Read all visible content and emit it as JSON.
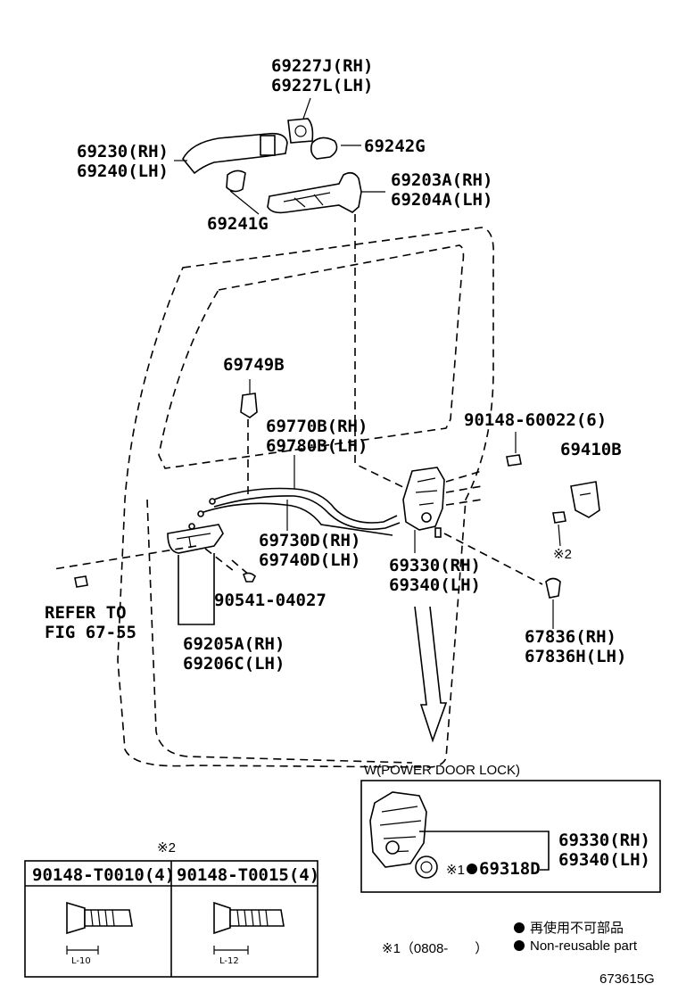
{
  "labels": {
    "p69227j": "69227J(RH)",
    "p69227l": "69227L(LH)",
    "p69230": "69230(RH)",
    "p69240": "69240(LH)",
    "p69242g": "69242G",
    "p69203a": "69203A(RH)",
    "p69204a": "69204A(LH)",
    "p69241g": "69241G",
    "p69749b": "69749B",
    "p69770b": "69770B(RH)",
    "p69780b": "69780B(LH)",
    "p90148_60022": "90148-60022(6)",
    "p69410b": "69410B",
    "p69730d": "69730D(RH)",
    "p69740d": "69740D(LH)",
    "p90541": "90541-04027",
    "refer_line1": "REFER TO",
    "refer_line2": "FIG 67-55",
    "p69205a": "69205A(RH)",
    "p69206c": "69206C(LH)",
    "p69330": "69330(RH)",
    "p69340": "69340(LH)",
    "mark2_a": "※2",
    "p67836": "67836(RH)",
    "p67836h": "67836H(LH)"
  },
  "inset": {
    "title": "W(POWER DOOR LOCK)",
    "p69330": "69330(RH)",
    "p69340": "69340(LH)",
    "mark1": "※1",
    "p69318d": "69318D"
  },
  "screws": {
    "mark": "※2",
    "left_label": "90148-T0010(4)",
    "right_label": "90148-T0015(4)",
    "left_len": "L-10",
    "right_len": "L-12"
  },
  "legend": {
    "jp": "再使用不可部品",
    "en": "Non-reusable part",
    "note": "※1（0808-　　）"
  },
  "code": "673615G"
}
